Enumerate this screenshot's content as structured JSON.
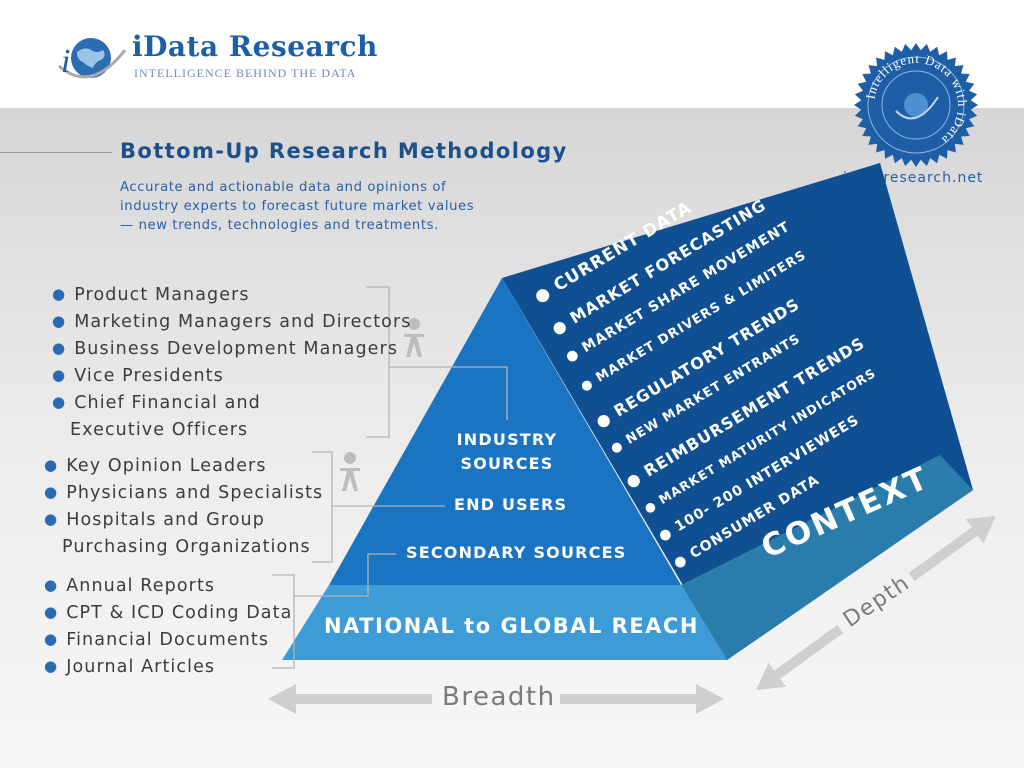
{
  "logo": {
    "title": "iData Research",
    "tagline": "INTELLIGENCE BEHIND THE DATA"
  },
  "seal": {
    "arc_text": "Intelligent Data with iData"
  },
  "heading": "Bottom-Up Research Methodology",
  "subtitle_lines": [
    "Accurate and actionable data and opinions of",
    "industry experts to forecast future market values",
    "— new trends, technologies and treatments."
  ],
  "website": "idataresearch.net",
  "groups": [
    {
      "items": [
        {
          "text": "Product Managers"
        },
        {
          "text": "Marketing Managers and Directors"
        },
        {
          "text": "Business Development Managers"
        },
        {
          "text": "Vice Presidents"
        },
        {
          "text": "Chief Financial and",
          "cont": "Executive Officers"
        }
      ]
    },
    {
      "items": [
        {
          "text": "Key Opinion Leaders"
        },
        {
          "text": "Physicians and Specialists"
        },
        {
          "text": "Hospitals and Group",
          "cont": "Purchasing Organizations"
        }
      ]
    },
    {
      "items": [
        {
          "text": "Annual Reports"
        },
        {
          "text": "CPT & ICD Coding Data"
        },
        {
          "text": "Financial Documents"
        },
        {
          "text": "Journal Articles"
        }
      ]
    }
  ],
  "pyramid": {
    "industry_sources": [
      "INDUSTRY",
      "SOURCES"
    ],
    "end_users": "END USERS",
    "secondary_sources": "SECONDARY SOURCES",
    "base": "NATIONAL to GLOBAL REACH",
    "context": "CONTEXT",
    "right_face_items": [
      "CURRENT DATA",
      "MARKET FORECASTING",
      "MARKET SHARE MOVEMENT",
      "MARKET DRIVERS & LIMITERS",
      "REGULATORY TRENDS",
      "NEW MARKET ENTRANTS",
      "REIMBURSEMENT TRENDS",
      "MARKET MATURITY INDICATORS",
      "100- 200 INTERVIEWEES",
      "CONSUMER DATA"
    ]
  },
  "axes": {
    "breadth": "Breadth",
    "depth": "Depth"
  },
  "colors": {
    "brand_blue": "#1b5fa8",
    "pyramid_front": "#1671c0",
    "pyramid_right": "#0e4f92",
    "base_band": "#3a9ad8",
    "context_band": "#2a78a8",
    "background_gray": "#dcdcdc"
  }
}
